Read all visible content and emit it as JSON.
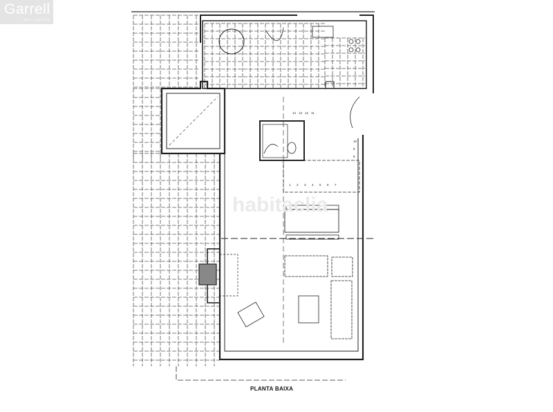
{
  "logo": {
    "name": "Garrell",
    "tagline": "REAL ESTATE"
  },
  "watermark": "habitaclia",
  "plan": {
    "title": "PLANTA BAIXA",
    "stair_numbers_upper": [
      "14",
      "13",
      "12",
      "11"
    ],
    "stair_numbers_right": [
      "10",
      "9",
      "8"
    ],
    "stair_numbers_lower": [
      "1",
      "2",
      "3",
      "4",
      "5",
      "6",
      "7"
    ]
  }
}
